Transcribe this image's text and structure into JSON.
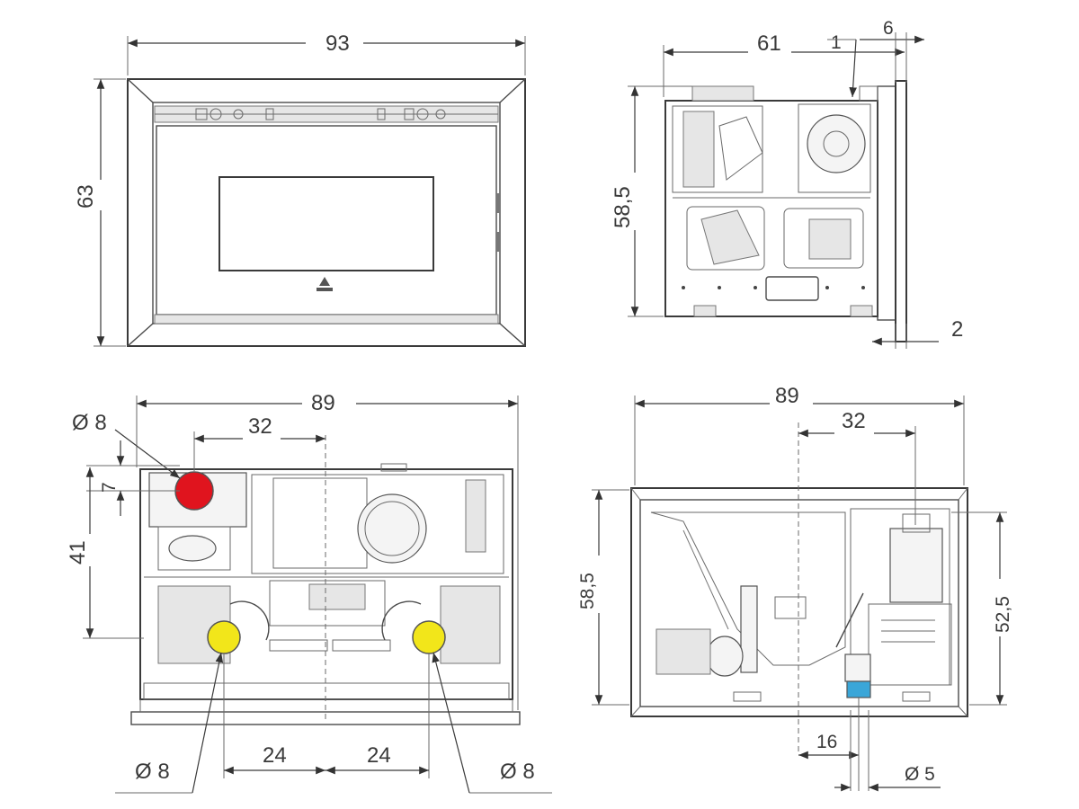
{
  "views": {
    "front": {
      "width": "93",
      "height": "63"
    },
    "side": {
      "depth": "61",
      "offset_top": "1",
      "offset_right": "6",
      "height": "58,5",
      "frame_thickness": "2"
    },
    "rear": {
      "width": "89",
      "outlet_offset": "32",
      "outlet_diameter": "Ø 8",
      "outlet_spacing": "7",
      "outlet_height": "41",
      "left_inlet_diameter": "Ø 8",
      "right_inlet_diameter": "Ø 8",
      "inlet_spacing_left": "24",
      "inlet_spacing_right": "24"
    },
    "top": {
      "width": "89",
      "offset": "32",
      "height_left": "58,5",
      "height_right": "52,5",
      "pipe_offset": "16",
      "pipe_diameter": "Ø 5"
    }
  },
  "colors": {
    "outlet": "#e0141e",
    "inlet": "#f2e61a",
    "pipe": "#3aa6d8"
  }
}
